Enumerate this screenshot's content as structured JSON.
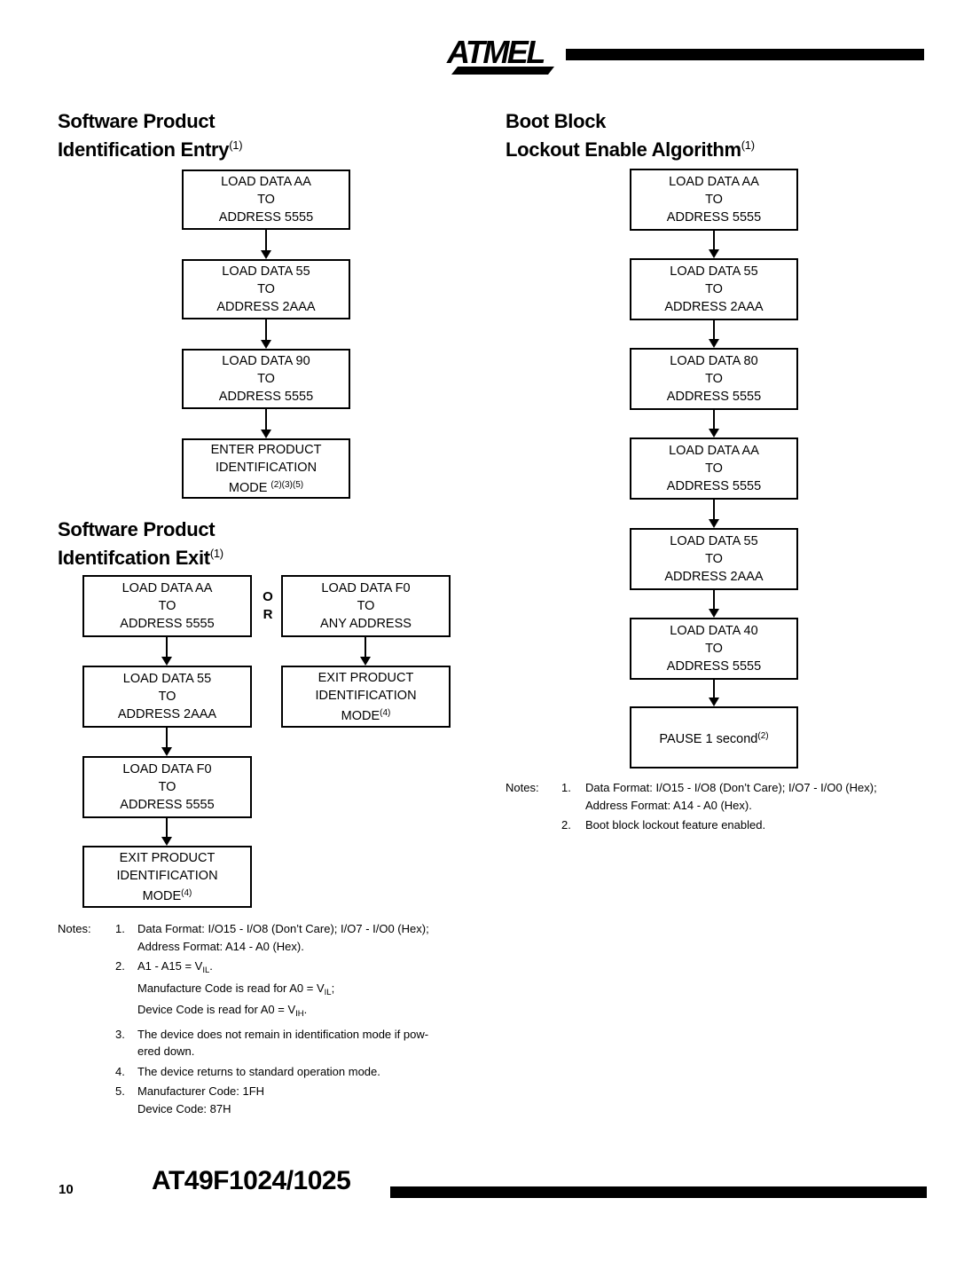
{
  "header": {
    "logo": "ATMEL"
  },
  "sections": {
    "entry_title": {
      "line1": "Software Product",
      "line2": "Identification Entry",
      "sup": "(1)"
    },
    "exit_title": {
      "line1": "Software Product",
      "line2": "Identifcation Exit",
      "sup": "(1)"
    },
    "boot_title": {
      "line1": "Boot Block",
      "line2": "Lockout Enable Algorithm",
      "sup": "(1)"
    }
  },
  "entry_flow": {
    "boxes": [
      {
        "l1": "LOAD DATA AA",
        "l2": "TO",
        "l3": "ADDRESS 5555"
      },
      {
        "l1": "LOAD DATA 55",
        "l2": "TO",
        "l3": "ADDRESS 2AAA"
      },
      {
        "l1": "LOAD DATA 90",
        "l2": "TO",
        "l3": "ADDRESS 5555"
      },
      {
        "l1": "ENTER PRODUCT",
        "l2": "IDENTIFICATION",
        "l3": "MODE ",
        "sup": "(2)(3)(5)"
      }
    ]
  },
  "exit_flow": {
    "or_top": "O",
    "or_bottom": "R",
    "left_boxes": [
      {
        "l1": "LOAD DATA AA",
        "l2": "TO",
        "l3": "ADDRESS 5555"
      },
      {
        "l1": "LOAD DATA 55",
        "l2": "TO",
        "l3": "ADDRESS 2AAA"
      },
      {
        "l1": "LOAD DATA F0",
        "l2": "TO",
        "l3": "ADDRESS 5555"
      },
      {
        "l1": "EXIT PRODUCT",
        "l2": "IDENTIFICATION",
        "l3": "MODE",
        "sup": "(4)"
      }
    ],
    "right_boxes": [
      {
        "l1": "LOAD DATA F0",
        "l2": "TO",
        "l3": "ANY ADDRESS"
      },
      {
        "l1": "EXIT PRODUCT",
        "l2": "IDENTIFICATION",
        "l3": "MODE",
        "sup": "(4)"
      }
    ]
  },
  "boot_flow": {
    "boxes": [
      {
        "l1": "LOAD DATA AA",
        "l2": "TO",
        "l3": "ADDRESS 5555"
      },
      {
        "l1": "LOAD DATA 55",
        "l2": "TO",
        "l3": "ADDRESS 2AAA"
      },
      {
        "l1": "LOAD DATA 80",
        "l2": "TO",
        "l3": "ADDRESS 5555"
      },
      {
        "l1": "LOAD DATA AA",
        "l2": "TO",
        "l3": "ADDRESS 5555"
      },
      {
        "l1": "LOAD DATA 55",
        "l2": "TO",
        "l3": "ADDRESS 2AAA"
      },
      {
        "l1": "LOAD DATA 40",
        "l2": "TO",
        "l3": "ADDRESS 5555"
      }
    ],
    "pause": {
      "text": "PAUSE 1 second",
      "sup": "(2)"
    }
  },
  "boot_notes": {
    "label": "Notes:",
    "item1_num": "1.",
    "item1_line1": "Data Format: I/O15 - I/O8 (Don’t Care); I/O7 - I/O0 (Hex);",
    "item1_line2": "Address Format: A14 - A0 (Hex).",
    "item2_num": "2.",
    "item2_line1": "Boot block lockout feature enabled."
  },
  "entry_notes": {
    "label": "Notes:",
    "item1_num": "1.",
    "item1_line1": "Data Format: I/O15 - I/O8 (Don’t Care); I/O7 - I/O0 (Hex);",
    "item1_line2": "Address Format: A14 - A0 (Hex).",
    "item2_num": "2.",
    "item2_l1_pre": "A1 - A15 = V",
    "item2_l1_sub": "IL",
    "item2_l1_post": ".",
    "item2_l2_pre": "Manufacture Code is read for A0 = V",
    "item2_l2_sub": "IL",
    "item2_l2_post": ";",
    "item2_l3_pre": "Device Code is read for A0 = V",
    "item2_l3_sub": "IH",
    "item2_l3_post": ".",
    "item3_num": "3.",
    "item3_line1": "The device does not remain in identification mode if pow-",
    "item3_line2": "ered down.",
    "item4_num": "4.",
    "item4_line1": "The device returns to standard operation mode.",
    "item5_num": "5.",
    "item5_line1": "Manufacturer Code: 1FH",
    "item5_line2": "Device Code: 87H"
  },
  "footer": {
    "page": "10",
    "doc": "AT49F1024/1025"
  }
}
